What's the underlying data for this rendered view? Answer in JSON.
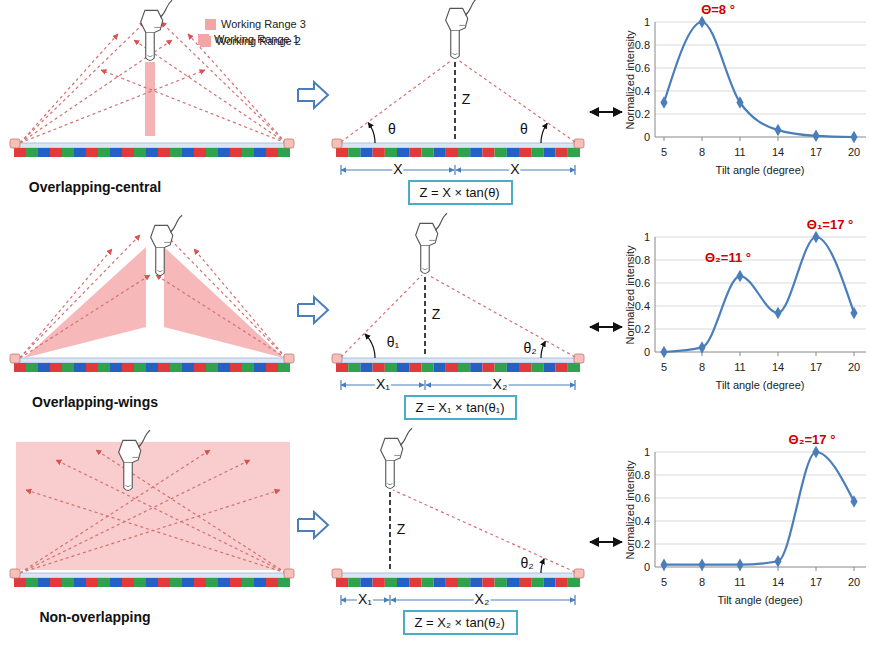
{
  "diagram": {
    "nodes": [
      {
        "text": [
          "Z = X × tan(θ)"
        ]
      },
      {
        "text": [
          "Z = X₁ × tan(θ₁)"
        ]
      },
      {
        "text": [
          "Z = X₂ × tan(θ₂)"
        ]
      }
    ],
    "labels": [
      "Overlapping-central",
      "θ",
      "θ",
      "Z",
      "X",
      "X",
      "Θ=8 °",
      "1",
      "0.8",
      "0.6",
      "0.4",
      "0.2",
      "0",
      "5",
      "8",
      "11",
      "14",
      "17",
      "20",
      "Normalized intensity",
      "Tilt angle (degree)",
      "Overlapping-wings",
      "θ₁",
      "θ₂",
      "Z",
      "X₁",
      "X₂",
      "Θ₂=11 °",
      "Θ₁=17 °",
      "1",
      "0.8",
      "0.6",
      "0.4",
      "0.2",
      "0",
      "5",
      "8",
      "11",
      "14",
      "17",
      "20",
      "Normalized intensity",
      "Tilt angle (degree)",
      "Non-overlapping",
      "Z",
      "θ₂",
      "X₁",
      "X₂",
      "Θ₂=17 °",
      "1",
      "0.8",
      "0.6",
      "0.4",
      "0.2",
      "0",
      "5",
      "8",
      "11",
      "14",
      "17",
      "20",
      "Normalized intensity",
      "Tilt angle (degee)"
    ],
    "legend": [
      {
        "text": "Working Range 1",
        "color": "#f4a6a6"
      },
      {
        "text": "Working Range 2",
        "color": "#f4a6a6"
      },
      {
        "text": "Working Range 3",
        "color": "#f4a6a6"
      }
    ]
  }
}
